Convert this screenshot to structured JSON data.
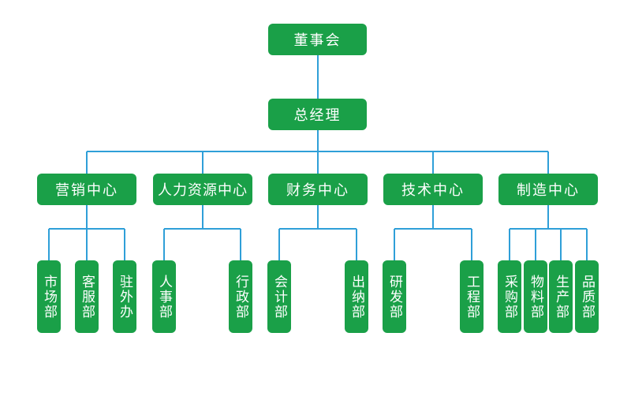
{
  "org": {
    "board": "董事会",
    "gm": "总经理",
    "centers": [
      {
        "label": "营销中心",
        "depts": [
          "市场部",
          "客服部",
          "驻外办"
        ]
      },
      {
        "label": "人力资源中心",
        "depts": [
          "人事部",
          "行政部"
        ]
      },
      {
        "label": "财务中心",
        "depts": [
          "会计部",
          "出纳部"
        ]
      },
      {
        "label": "技术中心",
        "depts": [
          "研发部",
          "工程部"
        ]
      },
      {
        "label": "制造中心",
        "depts": [
          "采购部",
          "物料部",
          "生产部",
          "品质部"
        ]
      }
    ]
  },
  "colors": {
    "node": "#1aa048",
    "connector": "#2f9fd8",
    "text": "#ffffff"
  }
}
